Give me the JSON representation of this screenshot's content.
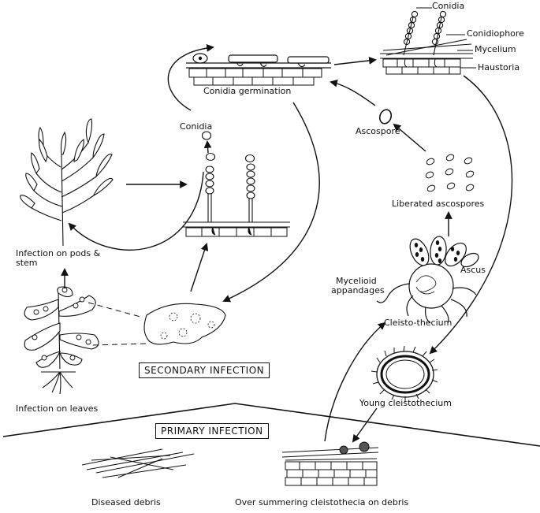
{
  "labels": {
    "conidia_top": "Conidia",
    "conidiophore": "Conidiophore",
    "mycelium": "Mycelium",
    "haustoria": "Haustoria",
    "conidia_germination": "Conidia germination",
    "conidia_mid": "Conidia",
    "ascospore": "Ascospore",
    "liberated_ascospores": "Liberated ascospores",
    "infection_pods_line1": "Infection on pods &",
    "infection_pods_line2": "stem",
    "ascus": "Ascus",
    "mycelioid_line1": "Mycelioid",
    "mycelioid_line2": "appandages",
    "cleistothecium": "Cleisto-thecium",
    "secondary_infection": "SECONDARY INFECTION",
    "infection_leaves": "Infection on leaves",
    "young_cleistothecium": "Young cleistothecium",
    "primary_infection": "PRIMARY INFECTION",
    "diseased_debris": "Diseased debris",
    "over_summering": "Over summering cleistothecia on debris"
  }
}
